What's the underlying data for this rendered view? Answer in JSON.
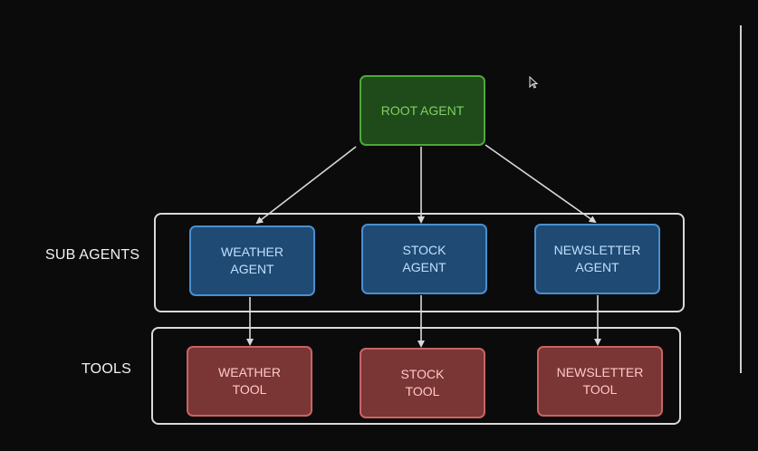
{
  "labels": {
    "sub_agents": "SUB AGENTS",
    "tools": "TOOLS"
  },
  "nodes": {
    "root": "ROOT AGENT",
    "weather_agent": "WEATHER\nAGENT",
    "stock_agent": "STOCK\nAGENT",
    "newsletter_agent": "NEWSLETTER\nAGENT",
    "weather_tool": "WEATHER\nTOOL",
    "stock_tool": "STOCK\nTOOL",
    "newsletter_tool": "NEWSLETTER\nTOOL"
  },
  "colors": {
    "root_fill": "#1f4a1a",
    "root_border": "#4fa83a",
    "agent_fill": "#1f4a73",
    "agent_border": "#4b8fcf",
    "tool_fill": "#7a3535",
    "tool_border": "#c96464",
    "arrow": "#d9d9d9",
    "background": "#0b0b0c"
  },
  "edges": [
    [
      "root",
      "weather_agent"
    ],
    [
      "root",
      "stock_agent"
    ],
    [
      "root",
      "newsletter_agent"
    ],
    [
      "weather_agent",
      "weather_tool"
    ],
    [
      "stock_agent",
      "stock_tool"
    ],
    [
      "newsletter_agent",
      "newsletter_tool"
    ]
  ]
}
